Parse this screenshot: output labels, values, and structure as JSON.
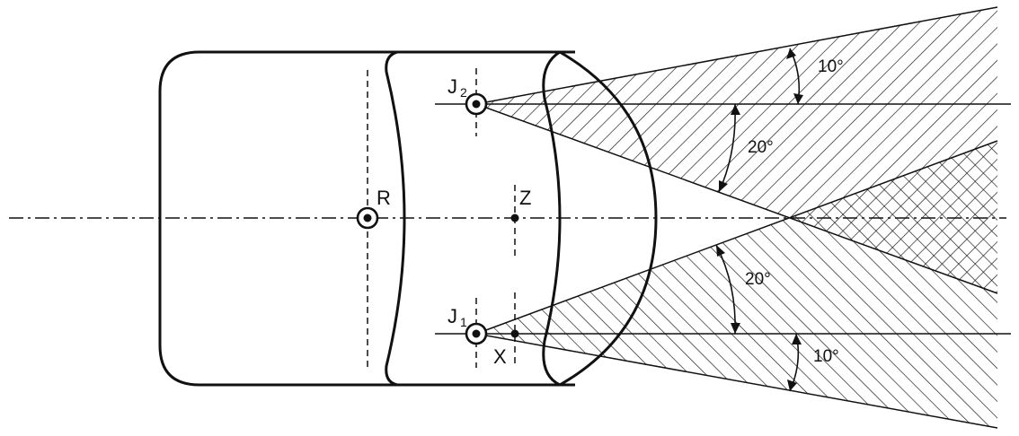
{
  "labels": {
    "r": "R",
    "z": "Z",
    "x": "X",
    "j2_main": "J",
    "j2_sub": "2",
    "j1_main": "J",
    "j1_sub": "1"
  },
  "angles": {
    "upper_outer": "10°",
    "upper_inner": "20°",
    "lower_inner": "20°",
    "lower_outer": "10°"
  },
  "colors": {
    "line": "#111111",
    "background": "#ffffff"
  }
}
